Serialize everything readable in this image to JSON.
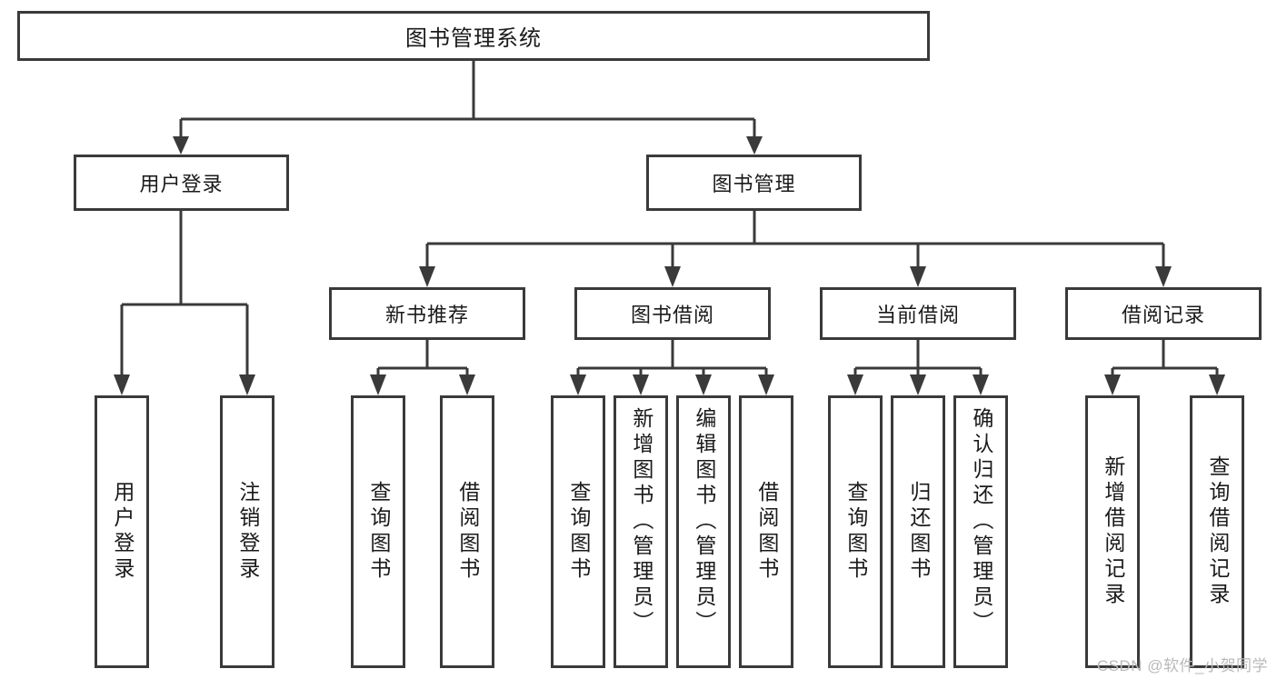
{
  "diagram": {
    "title": "图书管理系统",
    "type": "tree",
    "root": {
      "label": "图书管理系统"
    },
    "level2": [
      {
        "id": "user-login",
        "label": "用户登录"
      },
      {
        "id": "book-management",
        "label": "图书管理"
      }
    ],
    "level3": [
      {
        "id": "new-book-recommend",
        "label": "新书推荐",
        "parent": "book-management"
      },
      {
        "id": "book-borrow",
        "label": "图书借阅",
        "parent": "book-management"
      },
      {
        "id": "current-borrow",
        "label": "当前借阅",
        "parent": "book-management"
      },
      {
        "id": "borrow-record",
        "label": "借阅记录",
        "parent": "book-management"
      }
    ],
    "leaves": [
      {
        "id": "leaf-user-login",
        "label": "用户登录",
        "parent": "user-login"
      },
      {
        "id": "leaf-user-logout",
        "label": "注销登录",
        "parent": "user-login"
      },
      {
        "id": "leaf-query-book-1",
        "label": "查询图书",
        "parent": "new-book-recommend"
      },
      {
        "id": "leaf-borrow-book-1",
        "label": "借阅图书",
        "parent": "new-book-recommend"
      },
      {
        "id": "leaf-query-book-2",
        "label": "查询图书",
        "parent": "book-borrow"
      },
      {
        "id": "leaf-add-book",
        "label": "新增图书（管理员）",
        "parent": "book-borrow"
      },
      {
        "id": "leaf-edit-book",
        "label": "编辑图书（管理员）",
        "parent": "book-borrow"
      },
      {
        "id": "leaf-borrow-book-2",
        "label": "借阅图书",
        "parent": "book-borrow"
      },
      {
        "id": "leaf-query-book-3",
        "label": "查询图书",
        "parent": "current-borrow"
      },
      {
        "id": "leaf-return-book",
        "label": "归还图书",
        "parent": "current-borrow"
      },
      {
        "id": "leaf-confirm-return",
        "label": "确认归还（管理员）",
        "parent": "current-borrow"
      },
      {
        "id": "leaf-add-record",
        "label": "新增借阅记录",
        "parent": "borrow-record"
      },
      {
        "id": "leaf-query-record",
        "label": "查询借阅记录",
        "parent": "borrow-record"
      }
    ],
    "watermark": "CSDN @软件_小贺同学",
    "colors": {
      "stroke": "#3a3a3a",
      "background": "#ffffff",
      "text": "#1a1a1a",
      "watermark": "#b9b9b9"
    }
  }
}
